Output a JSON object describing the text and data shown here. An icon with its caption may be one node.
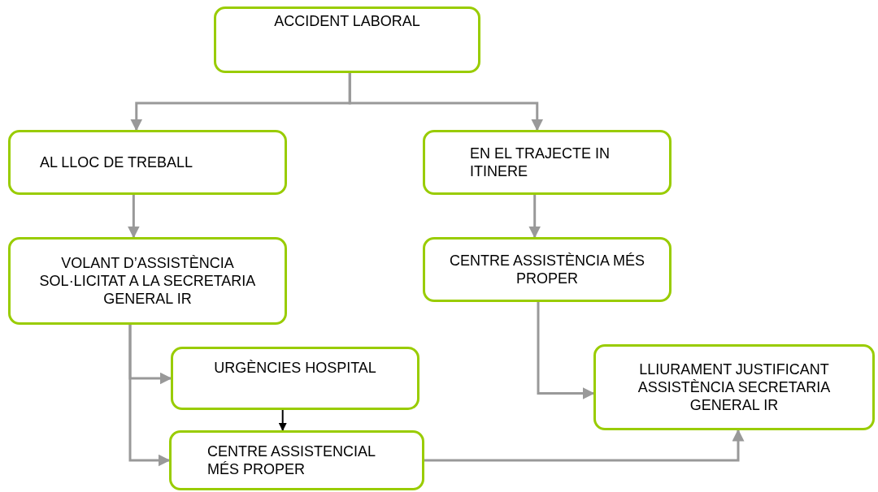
{
  "diagram": {
    "nodes": [
      {
        "text": [
          "ACCIDENT LABORAL"
        ]
      },
      {
        "text": [
          "AL LLOC DE TREBALL"
        ]
      },
      {
        "text": [
          "EN EL TRAJECTE IN ITINERE"
        ]
      },
      {
        "text": [
          "VOLANT D’ASSISTÈNCIA SOL·LICITAT A LA SECRETARIA GENERAL IR"
        ]
      },
      {
        "text": [
          "CENTRE ASSISTÈNCIA MÉS PROPER"
        ]
      },
      {
        "text": [
          "URGÈNCIES HOSPITAL"
        ]
      },
      {
        "text": [
          "CENTRE ASSISTENCIAL MÉS PROPER"
        ]
      },
      {
        "text": [
          "LLIURAMENT JUSTIFICANT ASSISTÈNCIA SECRETARIA GENERAL IR"
        ]
      }
    ],
    "edges": [
      {
        "from": 0,
        "to": 1,
        "arrow": "to"
      },
      {
        "from": 0,
        "to": 2,
        "arrow": "to"
      },
      {
        "from": 1,
        "to": 3,
        "arrow": "to"
      },
      {
        "from": 2,
        "to": 4,
        "arrow": "to"
      },
      {
        "from": 3,
        "to": 5,
        "arrow": "to"
      },
      {
        "from": 3,
        "to": 6,
        "arrow": "to"
      },
      {
        "from": 5,
        "to": 6,
        "arrow": "to",
        "color": "#000000"
      },
      {
        "from": 4,
        "to": 7,
        "arrow": "to"
      },
      {
        "from": 6,
        "to": 7,
        "arrow": "to"
      }
    ]
  }
}
